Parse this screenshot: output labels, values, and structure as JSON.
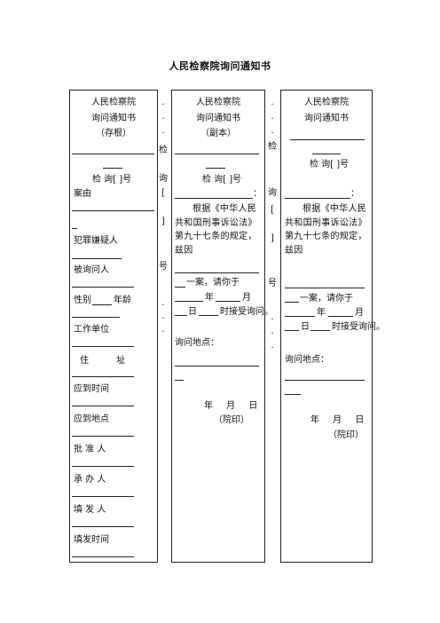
{
  "doc_title": "人民检察院询问通知书",
  "stub": {
    "org": "人民检察院",
    "doc_name": "询问通知书",
    "copy_type": "（存根）",
    "doc_no": "检 询[ ]号",
    "fields": [
      "案由",
      "犯罪嫌疑人",
      "被询问人",
      "性别",
      "年龄",
      "工作单位",
      "住 址",
      "应到时间",
      "应到地点",
      "批 准 人",
      "承 办 人",
      "填 发 人",
      "填发时间"
    ]
  },
  "seam1": [
    ".",
    ".",
    ".",
    "检",
    "询",
    "[",
    "]",
    "号",
    ".",
    ".",
    "."
  ],
  "seam2": [
    ".",
    ".",
    ".",
    "检",
    "询",
    "[",
    "]",
    "号",
    ".",
    ".",
    "."
  ],
  "copy": {
    "org": "人民检察院",
    "doc_name": "询问通知书",
    "copy_type": "（副本）",
    "doc_no": "检 询[ ]号",
    "colon": "：",
    "body1": "根据《中华人民共和国刑事诉讼法》第九十七条的规定，兹因",
    "body2": "一案，请你于",
    "year": "年",
    "month": "月",
    "day": "日",
    "time_suffix": "时接受询问。",
    "place_label": "询问地点：",
    "date_line": "年 月 日",
    "seal": "（院印）"
  },
  "notice": {
    "org": "人民检察院",
    "doc_name": "询问通知书",
    "doc_no": "检 询[ ]号",
    "colon": "：",
    "body1": "根据《中华人民共和国刑事诉讼法》第九十七条的规定，兹因",
    "body2": "一案，请你于",
    "year": "年",
    "month": "月",
    "day": "日",
    "time_suffix": "时接受询问。",
    "place_label": "询问地点：",
    "date_line": "年 月 日",
    "seal": "（院印）"
  }
}
